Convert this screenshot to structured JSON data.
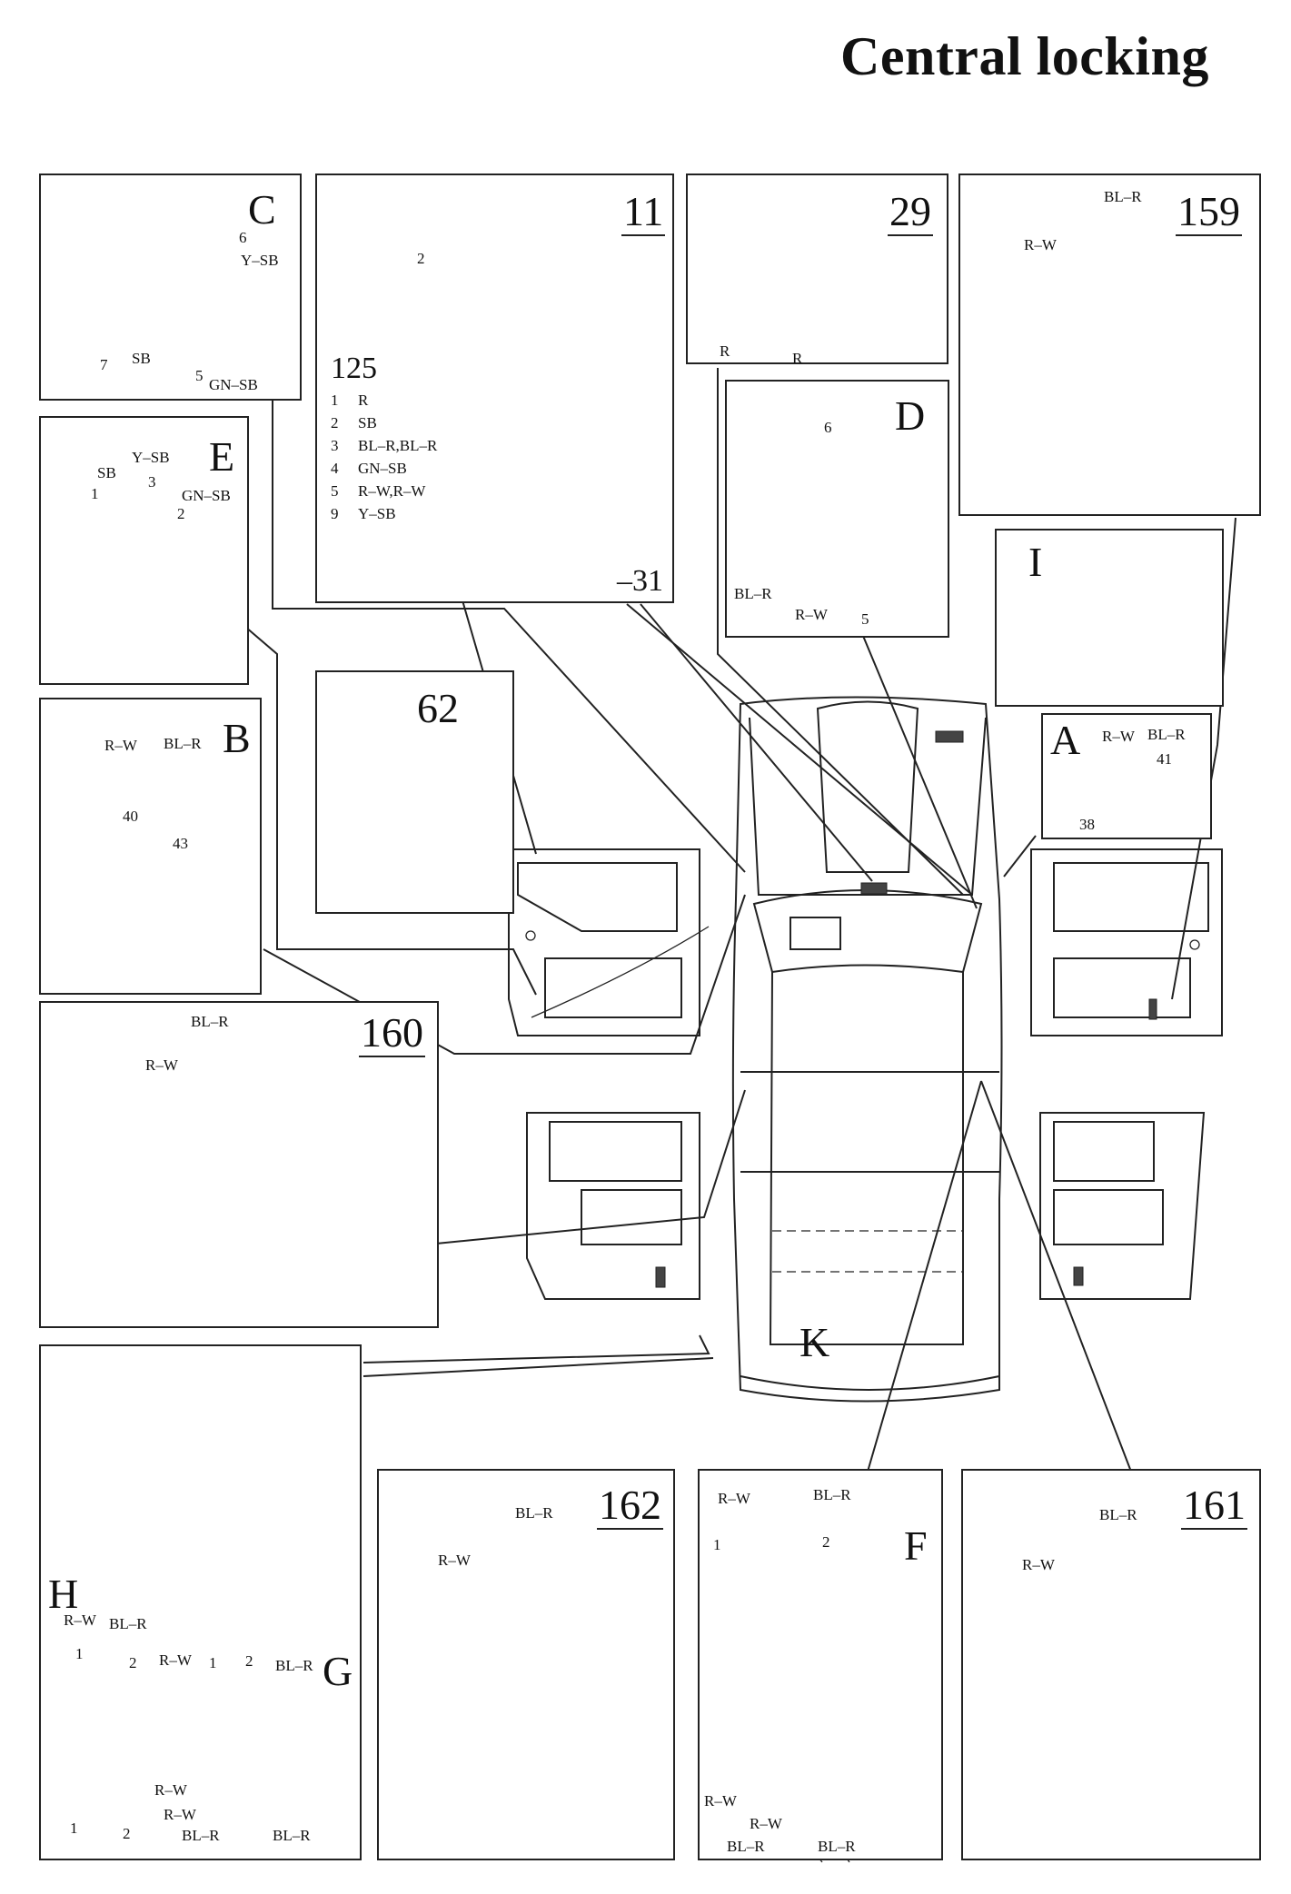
{
  "title": "Central locking",
  "panels": {
    "C": {
      "letter": "C",
      "pins": [
        "6",
        "Y–SB",
        "7",
        "SB",
        "5",
        "GN–SB"
      ]
    },
    "n11": {
      "number": "11",
      "pin2": "2",
      "ref125": "125",
      "ref31": "–31",
      "list": [
        [
          "1",
          "R"
        ],
        [
          "2",
          "SB"
        ],
        [
          "3",
          "BL–R,BL–R"
        ],
        [
          "4",
          "GN–SB"
        ],
        [
          "5",
          "R–W,R–W"
        ],
        [
          "9",
          "Y–SB"
        ]
      ]
    },
    "n29": {
      "number": "29",
      "wire_a": "R",
      "wire_b": "R"
    },
    "n159": {
      "number": "159",
      "wire_top": "BL–R",
      "wire_left": "R–W"
    },
    "E": {
      "letter": "E",
      "labels": [
        "SB",
        "Y–SB",
        "1",
        "3",
        "GN–SB",
        "2"
      ]
    },
    "D": {
      "letter": "D",
      "labels": [
        "6",
        "BL–R",
        "R–W",
        "5"
      ]
    },
    "I": {
      "letter": "I"
    },
    "A": {
      "letter": "A",
      "labels": [
        "R–W",
        "BL–R",
        "41",
        "38"
      ]
    },
    "B": {
      "letter": "B",
      "labels": [
        "R–W",
        "BL–R",
        "40",
        "43"
      ]
    },
    "n62": {
      "number": "62"
    },
    "n160": {
      "number": "160",
      "wire_top": "BL–R",
      "wire_left": "R–W"
    },
    "K": {
      "letter": "K"
    },
    "HG": {
      "letter_h": "H",
      "letter_g": "G",
      "labels": [
        "R–W",
        "BL–R",
        "1",
        "2",
        "R–W",
        "1",
        "2",
        "BL–R",
        "R–W",
        "R–W",
        "BL–R",
        "BL–R",
        "1",
        "2"
      ]
    },
    "n162": {
      "number": "162",
      "wire_top": "BL–R",
      "wire_left": "R–W"
    },
    "F": {
      "letter": "F",
      "labels": [
        "R–W",
        "BL–R",
        "1",
        "2",
        "R–W",
        "R–W",
        "BL–R",
        "BL–R"
      ]
    },
    "n161": {
      "number": "161",
      "wire_top": "BL–R",
      "wire_left": "R–W"
    }
  }
}
